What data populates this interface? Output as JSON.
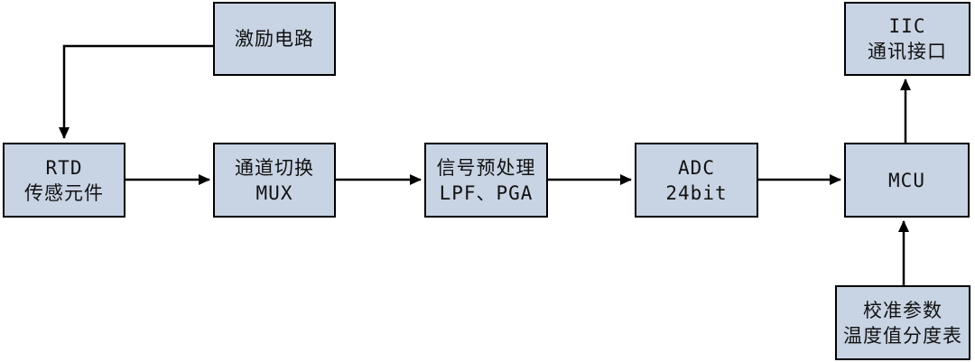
{
  "diagram": {
    "type": "block-diagram",
    "language": "zh-CN",
    "colors": {
      "background": "#ffffff",
      "box_fill": "#c8d4e4",
      "box_border": "#000000",
      "arrow": "#000000",
      "text": "#111111"
    },
    "nodes": {
      "excitation": {
        "lines": [
          "激励电路",
          ""
        ]
      },
      "rtd": {
        "lines": [
          "RTD",
          "传感元件"
        ]
      },
      "mux": {
        "lines": [
          "通道切换",
          "MUX"
        ]
      },
      "preprocess": {
        "lines": [
          "信号预处理",
          "LPF、PGA"
        ]
      },
      "adc": {
        "lines": [
          "ADC",
          "24bit"
        ]
      },
      "mcu": {
        "lines": [
          "MCU",
          ""
        ]
      },
      "iic": {
        "lines": [
          "IIC",
          "通讯接口"
        ]
      },
      "calibration": {
        "lines": [
          "校准参数",
          "温度值分度表"
        ]
      }
    },
    "edges": [
      {
        "from": "excitation",
        "to": "rtd"
      },
      {
        "from": "rtd",
        "to": "mux"
      },
      {
        "from": "mux",
        "to": "preprocess"
      },
      {
        "from": "preprocess",
        "to": "adc"
      },
      {
        "from": "adc",
        "to": "mcu"
      },
      {
        "from": "mcu",
        "to": "iic"
      },
      {
        "from": "calibration",
        "to": "mcu"
      }
    ]
  }
}
